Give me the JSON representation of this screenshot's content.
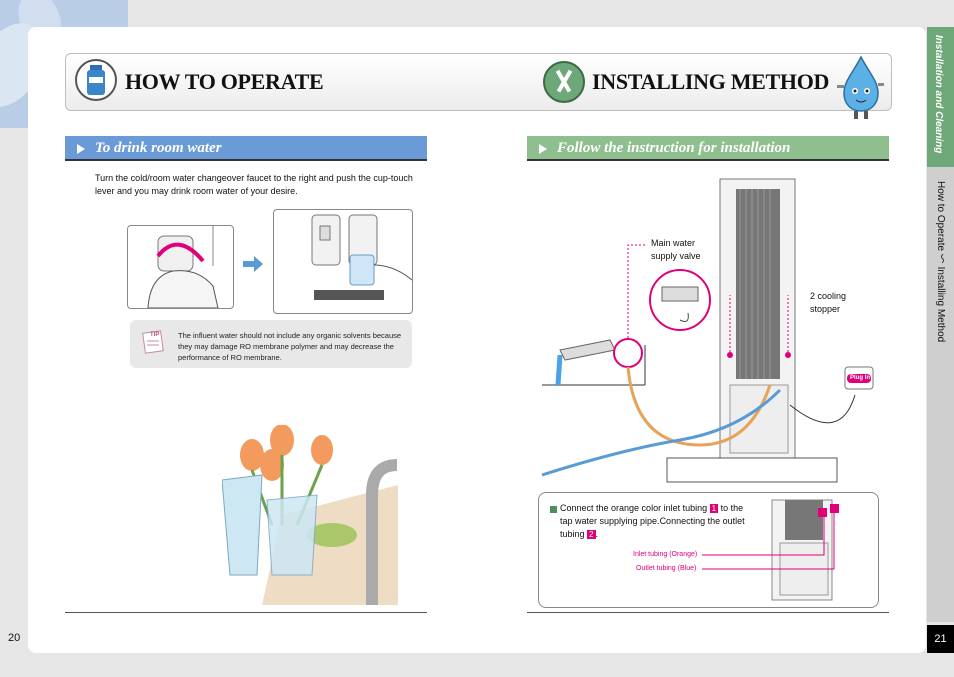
{
  "header": {
    "left_title": "HOW TO OPERATE",
    "right_title": "INSTALLING METHOD"
  },
  "left": {
    "section_title": "To drink room water",
    "instruction": "Turn the cold/room water changeover faucet to the right and push the cup-touch lever and you may drink room water of your desire.",
    "tip_label": "TIP",
    "tip_text": "The influent water should not include any organic solvents because they may damage RO membrane polymer and may decrease the performance of RO membrane."
  },
  "right": {
    "section_title": "Follow the instruction for installation",
    "main_valve_label": "Main water supply valve",
    "cooling_stopper_label": "2 cooling stopper",
    "plug_in_label": "Plug In",
    "connect_text_1": "Connect the orange color inlet tubing",
    "connect_text_2": "to the tap water supplying pipe.Connecting the outlet tubing",
    "connect_num_1": "1",
    "connect_num_2": "2",
    "inlet_label": "Inlet tubing (Orange)",
    "outlet_label": "Outlet tubing (Blue)"
  },
  "side": {
    "tab_green": "Installation and Cleaning",
    "tab_gray": "How to Operate ～ Installing Method"
  },
  "page_numbers": {
    "left": "20",
    "right": "21"
  },
  "colors": {
    "left_section_bar": "#6b9bd6",
    "right_section_bar": "#8fbf8e",
    "side_tab_green": "#6ea878",
    "accent_magenta": "#e0007a"
  }
}
